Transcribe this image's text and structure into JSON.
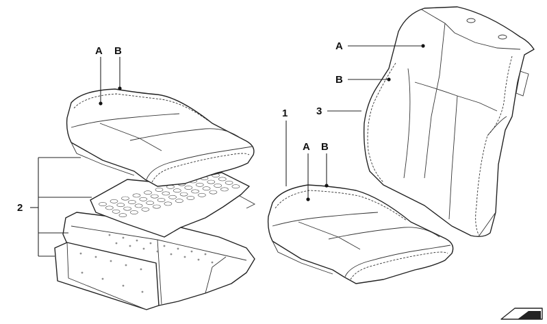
{
  "callouts": {
    "left_cushion_a": "A",
    "left_cushion_b": "B",
    "part_2": "2",
    "part_1": "1",
    "part_3": "3",
    "backrest_a": "A",
    "backrest_b": "B",
    "right_cushion_a": "A",
    "right_cushion_b": "B"
  },
  "colors": {
    "line": "#222222",
    "background": "#ffffff"
  }
}
